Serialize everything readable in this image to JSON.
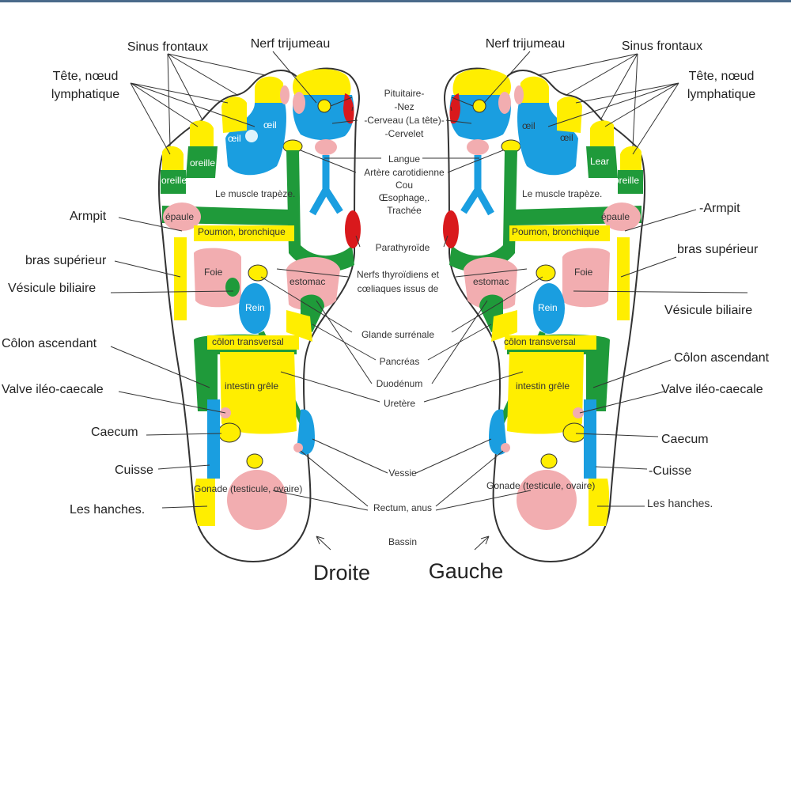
{
  "colors": {
    "yellow": "#ffee00",
    "blue": "#1a9ee0",
    "green": "#1f9a3a",
    "pink": "#f2adb0",
    "red": "#d9191c"
  },
  "sides": {
    "right": "Droite",
    "left": "Gauche"
  },
  "labels": {
    "sinus_frontaux": "Sinus frontaux",
    "nerf_trijumeau": "Nerf trijumeau",
    "tete_noeud_1": "Tête, nœud",
    "tete_noeud_2": "lymphatique",
    "armpit_r": "Armpit",
    "armpit_l": "-Armpit",
    "bras_superieur": "bras supérieur",
    "vesicule_biliaire": "Vésicule biliaire",
    "colon_ascendant": "Côlon ascendant",
    "valve_ileo": "Valve iléo-caecale",
    "caecum": "Caecum",
    "cuisse_r": "Cuisse",
    "cuisse_l": "-Cuisse",
    "hanches": "Les hanches."
  },
  "center_labels": {
    "pituitaire": "Pituitaire-",
    "nez": "-Nez",
    "cerveau": "-Cerveau (La tête)-",
    "cervelet": "-Cervelet",
    "langue": "Langue",
    "artere": "Artère carotidienne",
    "cou": "Cou",
    "oesophage": "Œsophage,.",
    "trachee": "Trachée",
    "parathyroide": "Parathyroïde",
    "nerfs_1": "Nerfs thyroïdiens et",
    "nerfs_2": "cœliaques issus de",
    "glande": "Glande surrénale",
    "pancreas": "Pancréas",
    "duodenum": "Duodénum",
    "uretere": "Uretère",
    "vessie": "Vessie",
    "rectum": "Rectum, anus",
    "bassin": "Bassin"
  },
  "foot_right": {
    "oeil_1": "œil",
    "oeil_2": "œil",
    "oreille_1": "oreille",
    "oreille_2": "oreille",
    "trapeze": "Le muscle trapèze.",
    "epaule": "épaule",
    "poumon": "Poumon, bronchique",
    "foie": "Foie",
    "estomac": "estomac",
    "rein": "Rein",
    "colon_transversal": "côlon transversal",
    "intestin": "intestin grêle",
    "gonade": "Gonade (testicule, ovaire)"
  },
  "foot_left": {
    "oeil_1": "œil",
    "oeil_2": "œil",
    "ear": "Lear",
    "oreille": "oreille",
    "trapeze": "Le muscle trapèze.",
    "epaule": "épaule",
    "poumon": "Poumon, bronchique",
    "foie": "Foie",
    "estomac": "estomac",
    "rein": "Rein",
    "colon_transversal": "côlon transversal",
    "intestin": "intestin grêle",
    "gonade": "Gonade (testicule, ovaire)"
  }
}
